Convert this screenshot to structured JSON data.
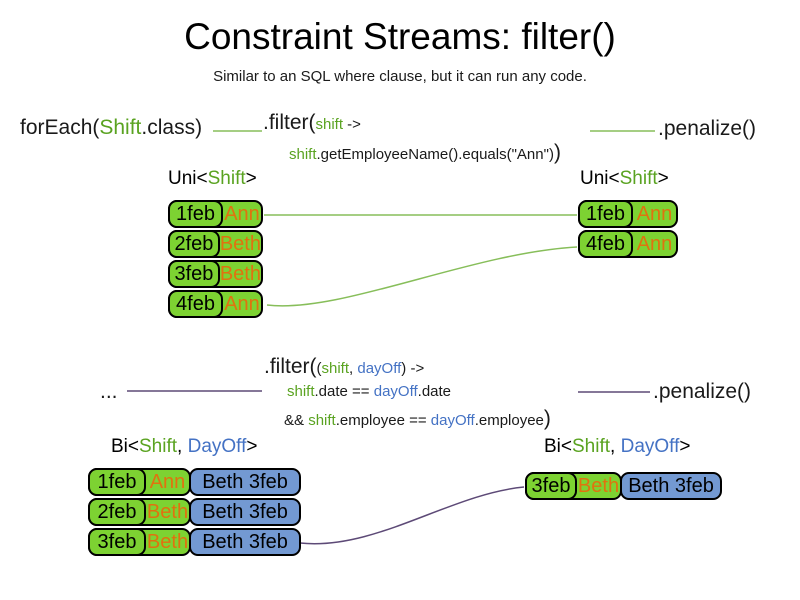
{
  "title": "Constraint Streams: filter()",
  "subtitle": "Similar to an SQL where clause, but it can run any code.",
  "colors": {
    "shift_green": "#5aa321",
    "dayoff_blue": "#4472c4",
    "employee_orange": "#e1720f",
    "cell_green": "#7dd232",
    "cell_blue": "#7399d2",
    "line_green": "#87be5a",
    "line_purple": "#5d4a77"
  },
  "uni": {
    "code": {
      "source_pre": "forEach(",
      "source_class": "Shift",
      "source_post": ".class)",
      "filter_head": ".filter(",
      "lambda_param": "shift",
      "lambda_arrow": " ->",
      "body_var": "shift",
      "body_rest": ".getEmployeeName().equals(\"Ann\")",
      "close_paren": ")",
      "penalize": ".penalize()"
    },
    "label": {
      "pre": "Uni<",
      "type": "Shift",
      "post": ">"
    },
    "left_rows": [
      {
        "date": "1feb",
        "employee": "Ann"
      },
      {
        "date": "2feb",
        "employee": "Beth"
      },
      {
        "date": "3feb",
        "employee": "Beth"
      },
      {
        "date": "4feb",
        "employee": "Ann"
      }
    ],
    "right_rows": [
      {
        "date": "1feb",
        "employee": "Ann"
      },
      {
        "date": "4feb",
        "employee": "Ann"
      }
    ]
  },
  "bi": {
    "code": {
      "source": "...",
      "filter_head": ".filter(",
      "params_open": "(",
      "param_shift": "shift",
      "params_comma": ", ",
      "param_dayoff": "dayOff",
      "params_close": ")",
      "lambda_arrow": " ->",
      "cond1_var": "shift",
      "cond1_mid": ".date == ",
      "cond1_var2": "dayOff",
      "cond1_end": ".date",
      "cond2_pre": "&& ",
      "cond2_var": "shift",
      "cond2_mid": ".employee == ",
      "cond2_var2": "dayOff",
      "cond2_end": ".employee",
      "close_paren": ")",
      "penalize": ".penalize()"
    },
    "label": {
      "pre": "Bi<",
      "shift": "Shift",
      "comma": ", ",
      "dayoff": "DayOff",
      "post": ">"
    },
    "left_rows": [
      {
        "date": "1feb",
        "employee": "Ann",
        "dayoff": "Beth 3feb"
      },
      {
        "date": "2feb",
        "employee": "Beth",
        "dayoff": "Beth 3feb"
      },
      {
        "date": "3feb",
        "employee": "Beth",
        "dayoff": "Beth 3feb"
      }
    ],
    "right_rows": [
      {
        "date": "3feb",
        "employee": "Beth",
        "dayoff": "Beth 3feb"
      }
    ]
  }
}
